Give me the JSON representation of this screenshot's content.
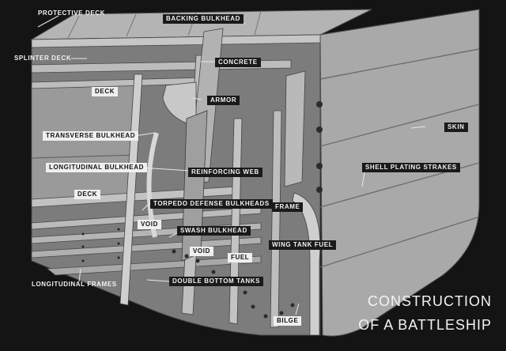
{
  "title": {
    "line1": "CONSTRUCTION",
    "line2": "OF A BATTLESHIP"
  },
  "labels": {
    "protective_deck": "PROTECTIVE DECK",
    "backing_bulkhead": "BACKING BULKHEAD",
    "splinter_deck": "SPLINTER DECK",
    "concrete": "CONCRETE",
    "deck_upper": "DECK",
    "armor": "ARMOR",
    "skin": "SKIN",
    "transverse_bulkhead": "TRANSVERSE BULKHEAD",
    "longitudinal_bulkhead": "LONGITUDINAL BULKHEAD",
    "reinforcing_web": "REINFORCING WEB",
    "shell_plating_strakes": "SHELL PLATING STRAKES",
    "deck_lower": "DECK",
    "torpedo_defense_bulkheads": "TORPEDO DEFENSE BULKHEADS",
    "frame": "FRAME",
    "void_left": "VOID",
    "swash_bulkhead": "SWASH BULKHEAD",
    "wing_tank_fuel": "WING TANK FUEL",
    "void_right": "VOID",
    "fuel": "FUEL",
    "longitudinal_frames": "LONGITUDINAL FRAMES",
    "double_bottom_tanks": "DOUBLE BOTTOM TANKS",
    "bilge": "BILGE"
  }
}
